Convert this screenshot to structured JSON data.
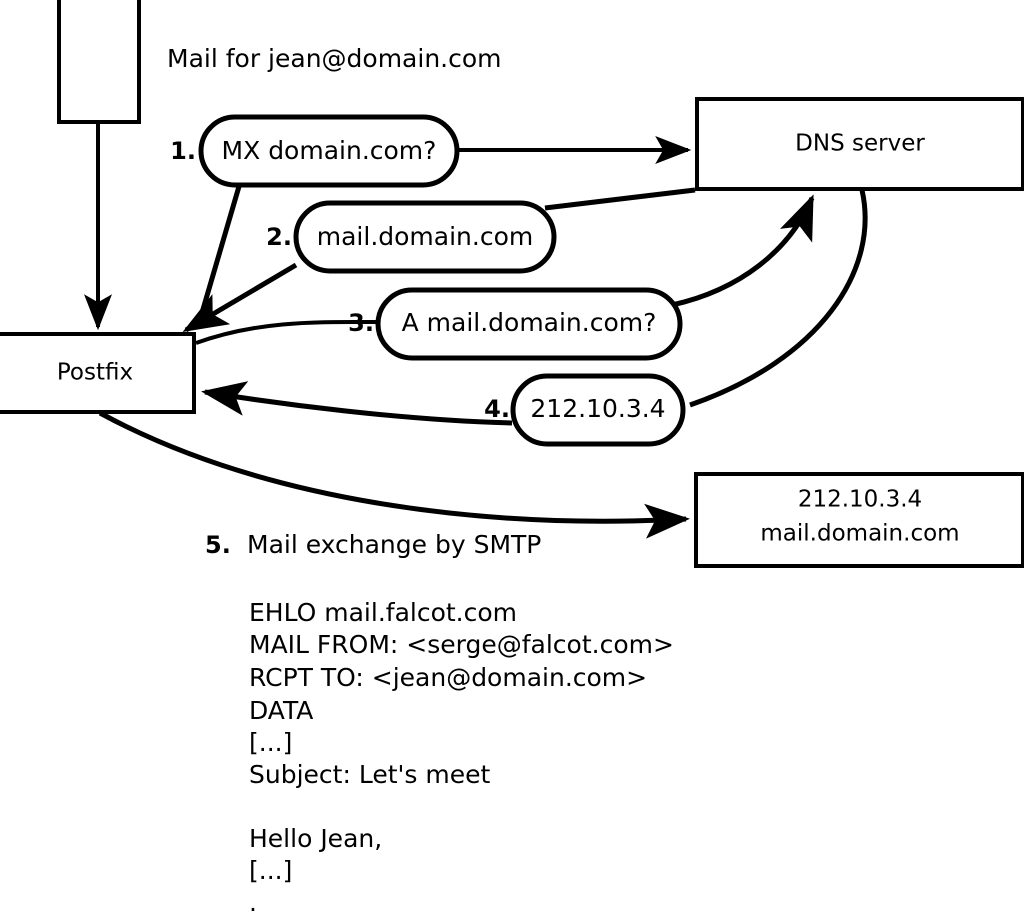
{
  "diagram": {
    "title_caption": "Mail for jean@domain.com",
    "nodes": {
      "source": {
        "label": ""
      },
      "postfix": {
        "label": "Postfix"
      },
      "dns": {
        "label": "DNS server"
      },
      "target_line1": "212.10.3.4",
      "target_line2": "mail.domain.com"
    },
    "steps": [
      {
        "num": "1.",
        "label": "MX domain.com?"
      },
      {
        "num": "2.",
        "label": "mail.domain.com"
      },
      {
        "num": "3.",
        "label": "A mail.domain.com?"
      },
      {
        "num": "4.",
        "label": "212.10.3.4"
      }
    ],
    "step5": {
      "num": "5.",
      "label": "Mail exchange by SMTP"
    },
    "smtp_transcript": [
      "EHLO mail.falcot.com",
      "MAIL FROM: <serge@falcot.com>",
      "RCPT TO: <jean@domain.com>",
      "DATA",
      "[...]",
      "Subject: Let's meet",
      "",
      "Hello Jean,",
      "[...]",
      "",
      "."
    ],
    "colors": {
      "stroke": "#000000",
      "fill": "#ffffff"
    }
  }
}
